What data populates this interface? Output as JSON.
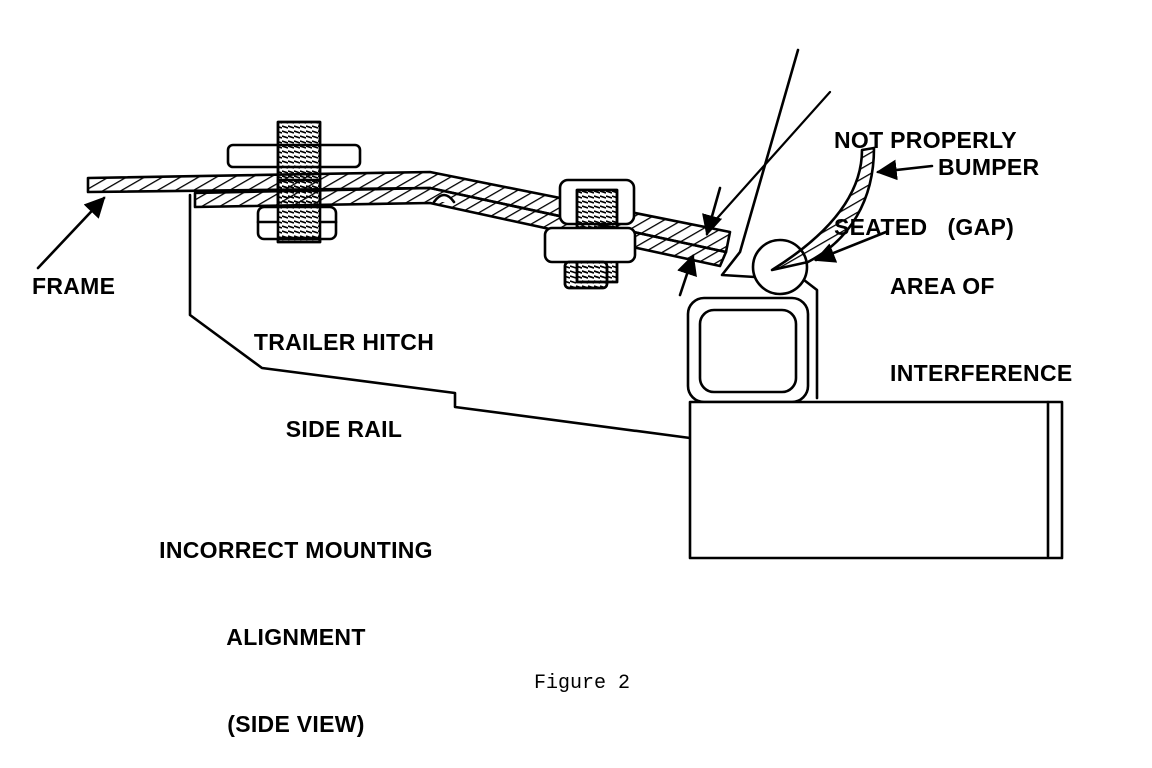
{
  "labels": {
    "frame": "FRAME",
    "trailer_hitch_line1": "TRAILER HITCH",
    "trailer_hitch_line2": "SIDE RAIL",
    "not_seated_line1": "NOT PROPERLY",
    "not_seated_line2": "SEATED   (GAP)",
    "bumper": "BUMPER",
    "interference_line1": "AREA OF",
    "interference_line2": "INTERFERENCE",
    "title_line1": "INCORRECT MOUNTING",
    "title_line2": "ALIGNMENT",
    "title_line3": "(SIDE VIEW)"
  },
  "caption": "Figure 2",
  "colors": {
    "ink": "#000000",
    "paper": "#ffffff"
  }
}
